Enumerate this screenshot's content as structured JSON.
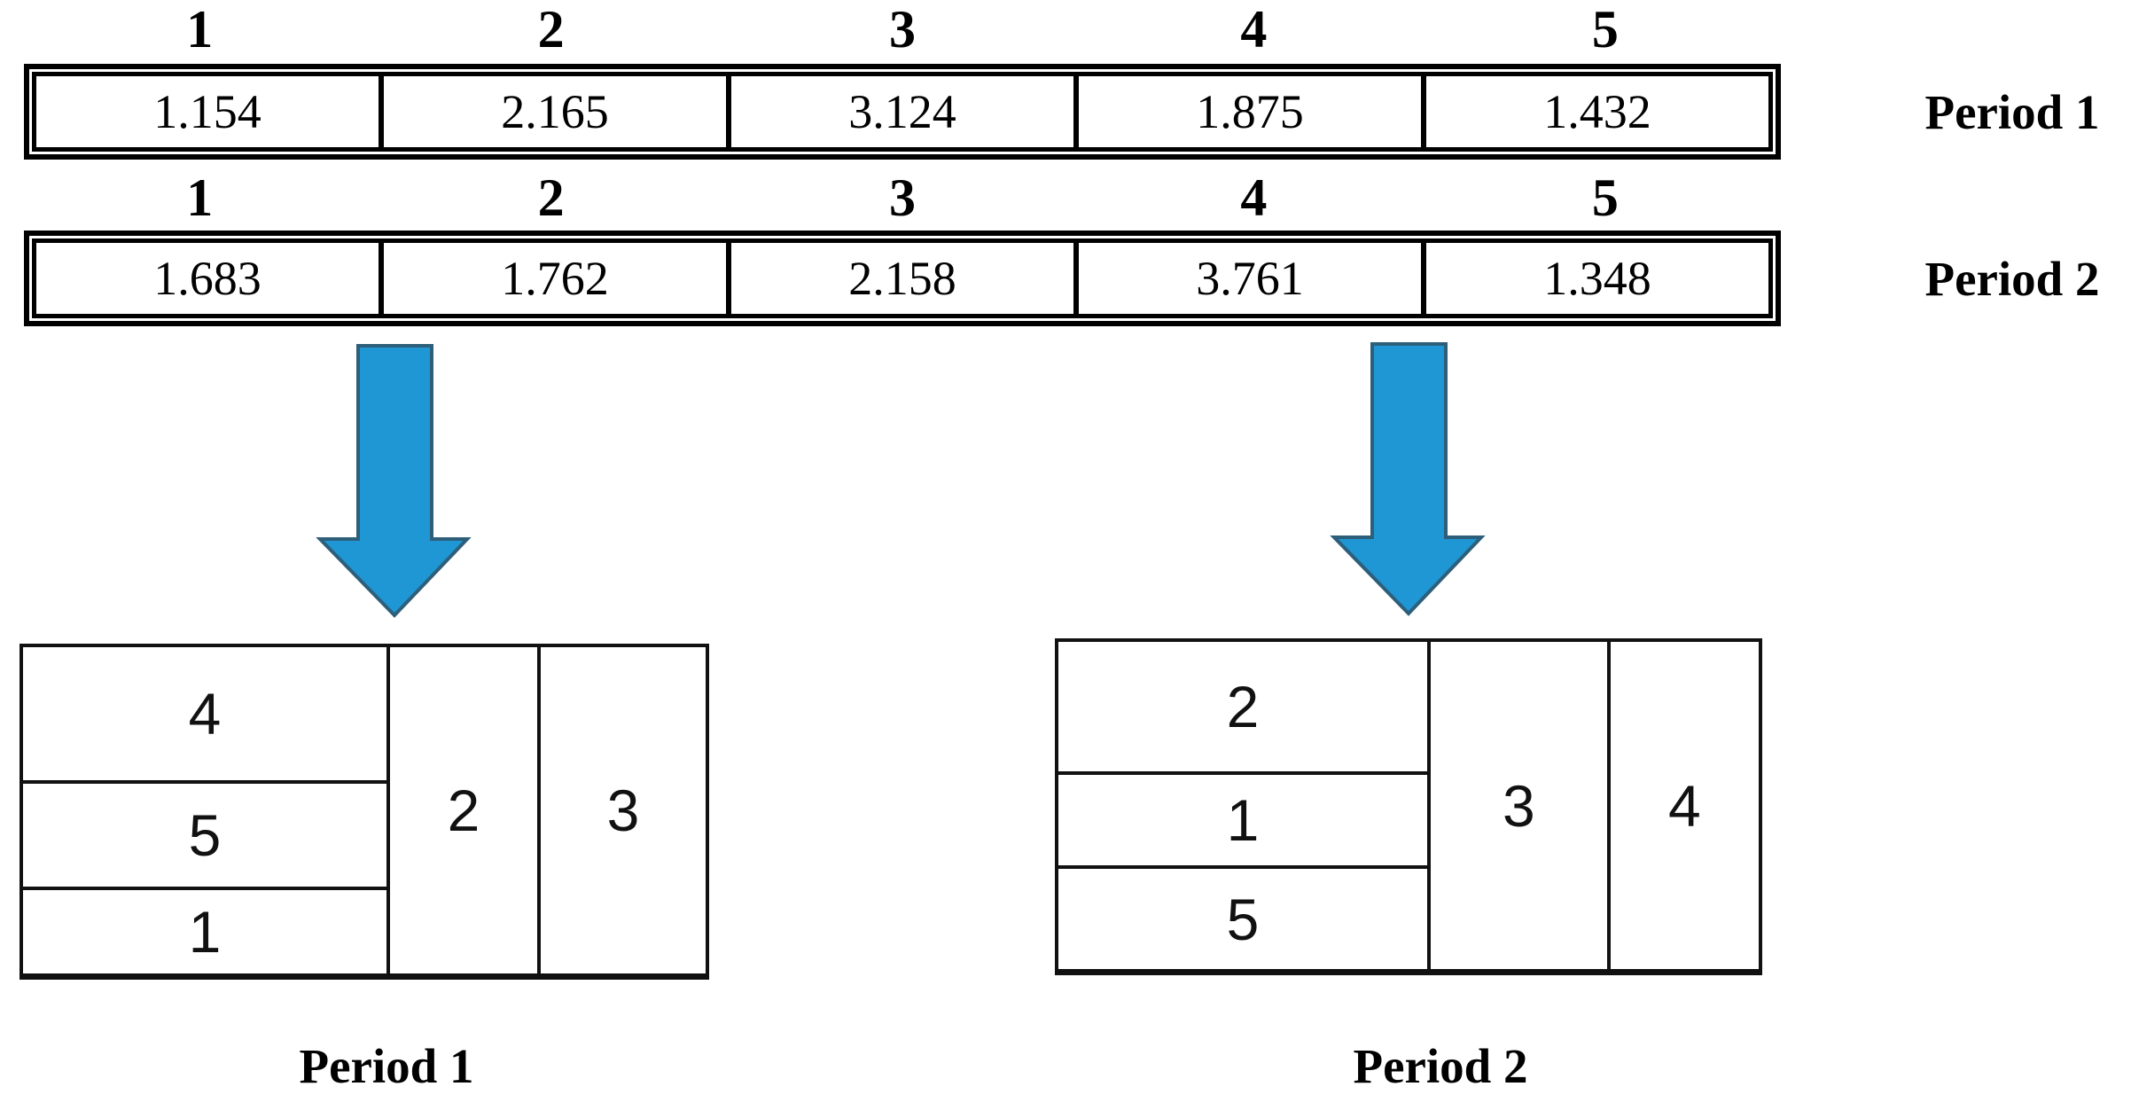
{
  "periods": [
    {
      "name": "Period 1",
      "slot_headers": [
        "1",
        "2",
        "3",
        "4",
        "5"
      ],
      "slot_values": [
        "1.154",
        "2.165",
        "3.124",
        "1.875",
        "1.432"
      ],
      "treemap": {
        "caption": "Period 1",
        "stacked_cells": [
          "4",
          "5",
          "1"
        ],
        "column_cells": [
          "2",
          "3"
        ]
      }
    },
    {
      "name": "Period 2",
      "slot_headers": [
        "1",
        "2",
        "3",
        "4",
        "5"
      ],
      "slot_values": [
        "1.683",
        "1.762",
        "2.158",
        "3.761",
        "1.348"
      ],
      "treemap": {
        "caption": "Period 2",
        "stacked_cells": [
          "2",
          "1",
          "5"
        ],
        "column_cells": [
          "3",
          "4"
        ]
      }
    }
  ],
  "colors": {
    "arrow_fill": "#1E97D4",
    "arrow_stroke": "#2E5F7A",
    "table_border": "#000000",
    "treemap_border": "#111111",
    "background": "#FFFFFF"
  }
}
